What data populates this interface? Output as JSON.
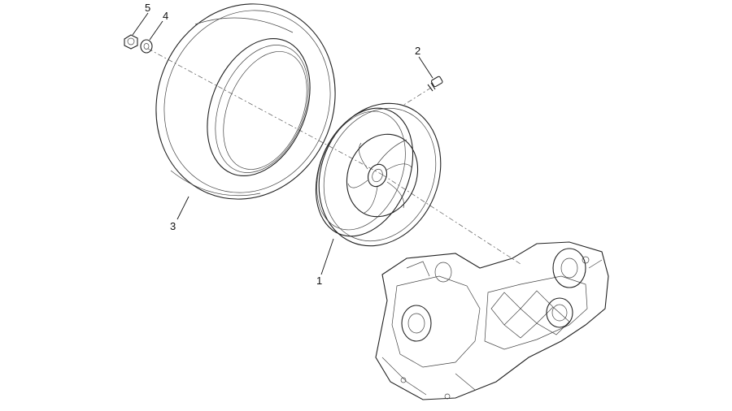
{
  "callouts": {
    "c1": "1",
    "c2": "2",
    "c3": "3",
    "c4": "4",
    "c5": "5"
  },
  "parts": [
    {
      "callout": "1",
      "icon": "wheel-rim-icon"
    },
    {
      "callout": "2",
      "icon": "valve-icon"
    },
    {
      "callout": "3",
      "icon": "tyre-icon"
    },
    {
      "callout": "4",
      "icon": "washer-icon"
    },
    {
      "callout": "5",
      "icon": "nut-icon"
    }
  ]
}
